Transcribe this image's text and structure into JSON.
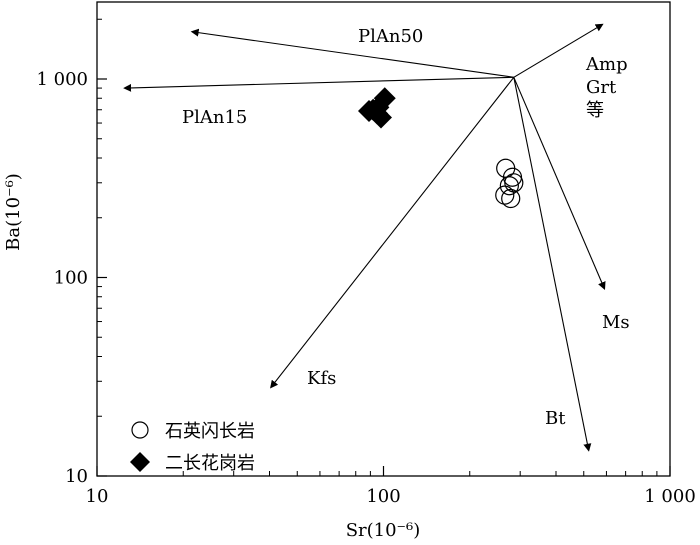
{
  "chart_data": {
    "type": "scatter",
    "xscale": "log",
    "yscale": "log",
    "xlim": [
      10,
      1000
    ],
    "ylim": [
      10,
      2000
    ],
    "xlabel": "Sr(10⁻⁶)",
    "ylabel": "Ba(10⁻⁶)",
    "x_ticks": [
      {
        "value": 10,
        "label": "10"
      },
      {
        "value": 100,
        "label": "100"
      },
      {
        "value": 1000,
        "label": "1 000"
      }
    ],
    "y_ticks": [
      {
        "value": 10,
        "label": "10"
      },
      {
        "value": 100,
        "label": "100"
      },
      {
        "value": 1000,
        "label": "1 000"
      }
    ],
    "grid": false,
    "legend_position": "bottom-left",
    "series": [
      {
        "name": "石英闪长岩",
        "marker": "open-circle",
        "color": "#000000",
        "x": [
          267,
          282,
          275,
          285,
          265,
          278
        ],
        "y": [
          355,
          320,
          290,
          300,
          260,
          250
        ]
      },
      {
        "name": "二长花岗岩",
        "marker": "filled-diamond",
        "color": "#000000",
        "x": [
          89,
          92,
          95,
          98,
          101,
          96
        ],
        "y": [
          690,
          700,
          670,
          640,
          800,
          720
        ]
      }
    ],
    "vectors": {
      "origin": {
        "x": 285,
        "y": 1020
      },
      "items": [
        {
          "label": "PlAn50",
          "x": 21.5,
          "y": 1730
        },
        {
          "label": "PlAn15",
          "x": 12.5,
          "y": 900
        },
        {
          "label": "Amp\nGrt\n等",
          "x": 580,
          "y": 1880
        },
        {
          "label": "Ms",
          "x": 590,
          "y": 88
        },
        {
          "label": "Bt",
          "x": 520,
          "y": 13.5
        },
        {
          "label": "Kfs",
          "x": 40.5,
          "y": 28
        }
      ]
    }
  }
}
